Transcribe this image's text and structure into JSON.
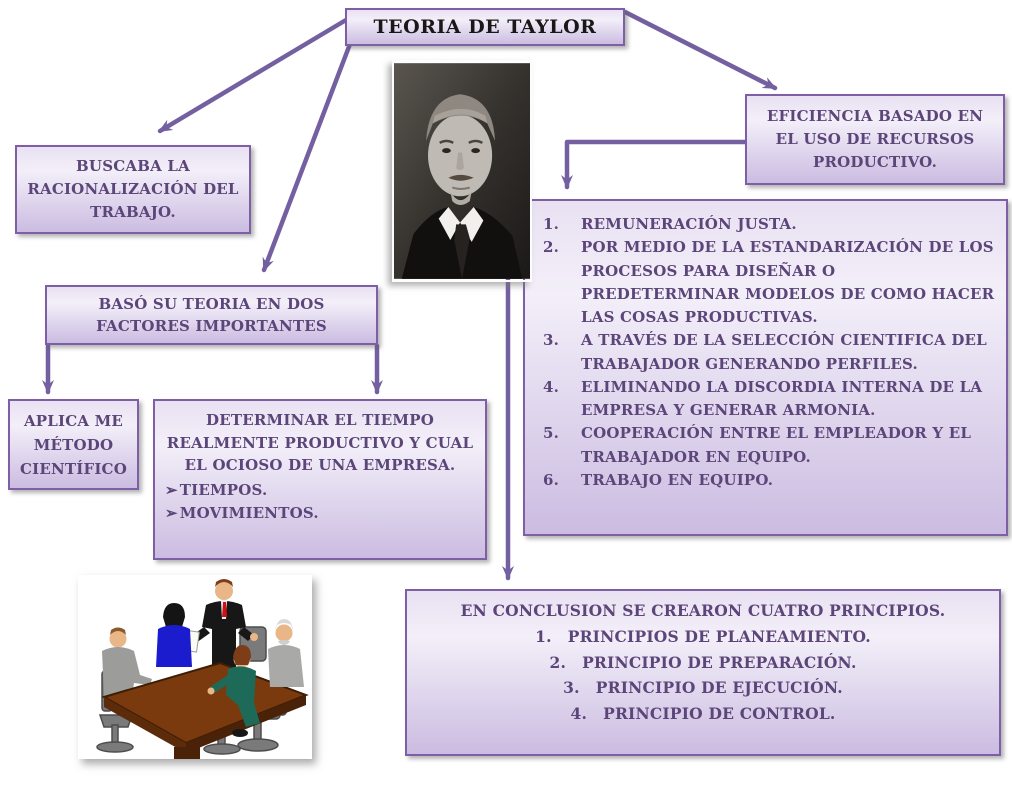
{
  "title": "TEORIA DE TAYLOR",
  "colors": {
    "border": "#7e5fa6",
    "text": "#5b4579",
    "title_text": "#181818",
    "arrow": "#7460a0",
    "fill_top": "#e9e1f2",
    "fill_mid": "#f3eff9",
    "fill_bottom": "#cbbce1",
    "bg": "#ffffff"
  },
  "boxes": {
    "buscaba": {
      "text": "BUSCABA LA RACIONALIZACIÓN DEL TRABAJO."
    },
    "eficiencia": {
      "text": "EFICIENCIA BASADO EN EL USO DE RECURSOS PRODUCTIVO."
    },
    "baso": {
      "text": "BASÓ SU TEORIA EN DOS FACTORES IMPORTANTES"
    },
    "aplica": {
      "text": "APLICA ME MÉTODO CIENTÍFICO"
    },
    "determinar": {
      "heading": "DETERMINAR EL TIEMPO REALMENTE PRODUCTIVO Y CUAL EL OCIOSO DE UNA EMPRESA.",
      "bullet_char": "➢",
      "bullets": [
        "TIEMPOS.",
        "MOVIMIENTOS."
      ]
    },
    "factores": {
      "items": [
        "REMUNERACIÓN JUSTA.",
        "POR MEDIO DE LA ESTANDARIZACIÓN DE LOS PROCESOS PARA DISEÑAR O PREDETERMINAR MODELOS DE COMO HACER LAS COSAS PRODUCTIVAS.",
        "A TRAVÉS DE LA SELECCIÓN CIENTIFICA DEL TRABAJADOR GENERANDO PERFILES.",
        "ELIMINANDO LA DISCORDIA INTERNA DE LA EMPRESA Y GENERAR ARMONIA.",
        "COOPERACIÓN ENTRE EL EMPLEADOR Y EL TRABAJADOR EN EQUIPO.",
        "TRABAJO EN EQUIPO."
      ]
    },
    "conclusion": {
      "heading": "EN CONCLUSION SE CREARON CUATRO PRINCIPIOS.",
      "items": [
        "PRINCIPIOS DE PLANEAMIENTO.",
        "PRINCIPIO DE PREPARACIÓN.",
        "PRINCIPIO DE EJECUCIÓN.",
        "PRINCIPIO DE CONTROL."
      ]
    }
  },
  "images": {
    "portrait": "frederick-taylor-portrait",
    "meeting": "team-meeting-clipart"
  }
}
